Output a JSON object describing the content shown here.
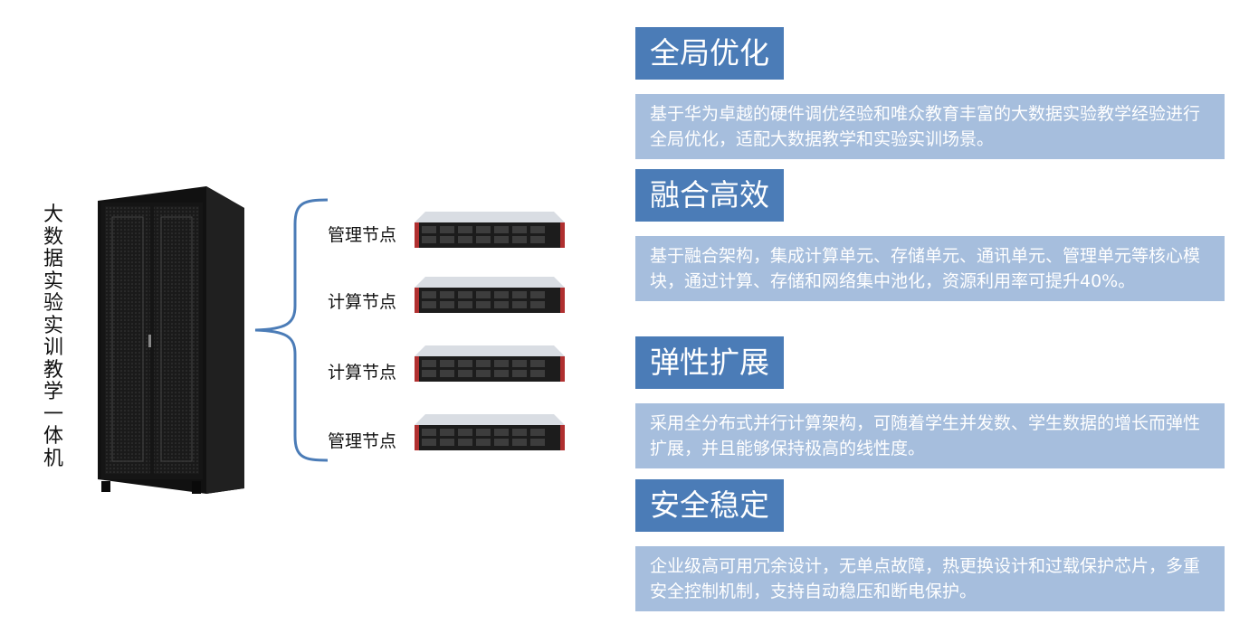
{
  "left": {
    "vertical_title": "大数据实验实训教学一体机",
    "nodes": [
      "管理节点",
      "计算节点",
      "计算节点",
      "管理节点"
    ]
  },
  "features": [
    {
      "title": "全局优化",
      "desc": "基于华为卓越的硬件调优经验和唯众教育丰富的大数据实验教学经验进行全局优化，适配大数据教学和实验实训场景。"
    },
    {
      "title": "融合高效",
      "desc": "基于融合架构，集成计算单元、存储单元、通讯单元、管理单元等核心模块，通过计算、存储和网络集中池化，资源利用率可提升40%。"
    },
    {
      "title": "弹性扩展",
      "desc": "采用全分布式并行计算架构，可随着学生并发数、学生数据的增长而弹性扩展，并且能够保持极高的线性度。"
    },
    {
      "title": "安全稳定",
      "desc": "企业级高可用冗余设计，无单点故障，热更换设计和过载保护芯片，多重安全控制机制，支持自动稳压和断电保护。"
    }
  ],
  "colors": {
    "title_bg": "#4b7cb7",
    "desc_bg": "#a6bedd",
    "brace": "#4b7cb7"
  },
  "icons": {
    "rack": "server-rack-icon",
    "server": "rack-server-icon"
  }
}
